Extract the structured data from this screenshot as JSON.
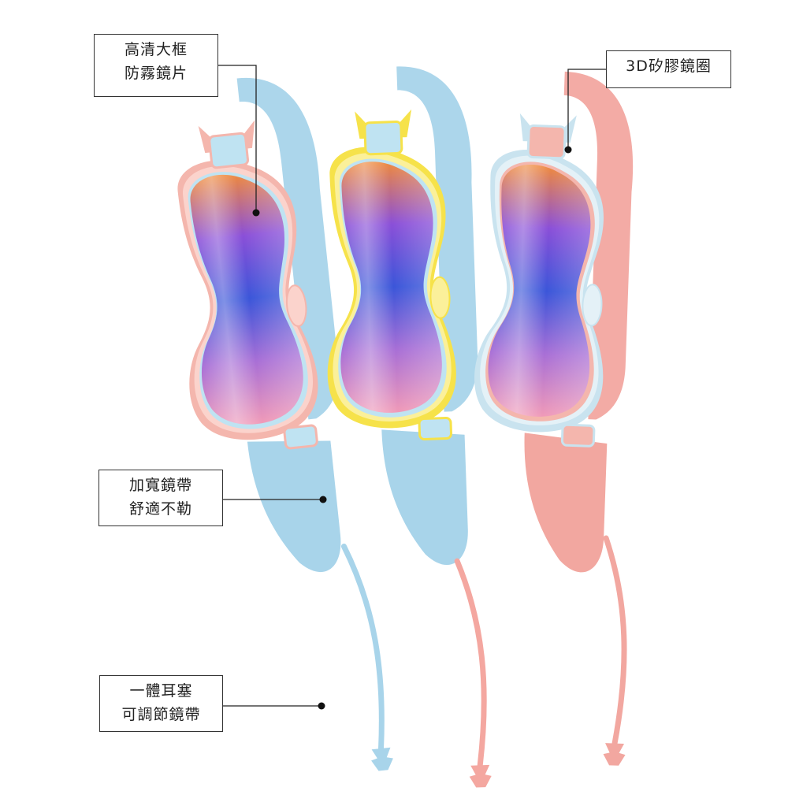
{
  "callouts": [
    {
      "lines": [
        "高清大框",
        "防霧鏡片"
      ]
    },
    {
      "lines": [
        "3D矽膠鏡圈"
      ]
    },
    {
      "lines": [
        "加寬鏡帶",
        "舒適不勒"
      ]
    },
    {
      "lines": [
        "一體耳塞",
        "可調節鏡帶"
      ]
    }
  ],
  "goggles": [
    {
      "variant": "pink-frame-blue-strap",
      "frame": "#f4b6ad",
      "frame_light": "#fbd3cc",
      "inner_ring": "#bfe3f2",
      "strap": "#a8d4ea",
      "earplug": "#a8d4ea"
    },
    {
      "variant": "yellow-frame-blue-strap",
      "frame": "#f6e24a",
      "frame_light": "#fbf09a",
      "inner_ring": "#bfe3f2",
      "strap": "#a8d4ea",
      "earplug": "#f4a7a0"
    },
    {
      "variant": "blue-frame-pink-strap",
      "frame": "#c9e3ef",
      "frame_light": "#e4f1f7",
      "inner_ring": "#f4b6ad",
      "strap": "#f2a7a0",
      "earplug": "#f2a7a0"
    }
  ],
  "colors": {
    "line": "#222222",
    "dot": "#111111"
  }
}
